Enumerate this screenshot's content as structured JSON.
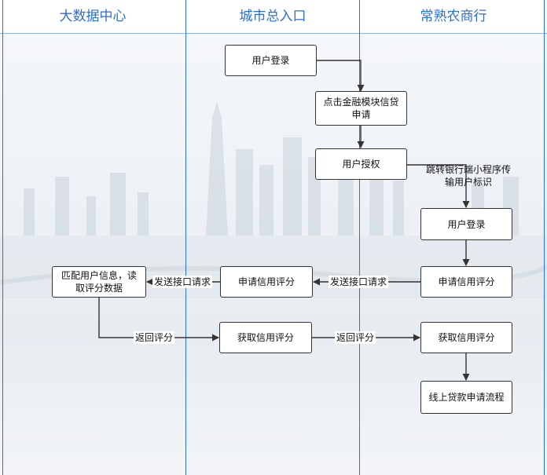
{
  "lanes": [
    "大数据中心",
    "城市总入口",
    "常熟农商行"
  ],
  "nodes": {
    "login1": "用户登录",
    "click": "点击金融模块信贷申请",
    "auth": "用户授权",
    "jump_label": "跳转银行端小程序传输用户标识",
    "login2": "用户登录",
    "apply_bank": "申请信用评分",
    "apply_city": "申请信用评分",
    "match": "匹配用户信息，读取评分数据",
    "get_city": "获取信用评分",
    "get_bank": "获取信用评分",
    "online": "线上贷款申请流程"
  },
  "edge_labels": {
    "send1": "发送接口请求",
    "send2": "发送接口请求",
    "return1": "返回评分",
    "return2": "返回评分"
  }
}
